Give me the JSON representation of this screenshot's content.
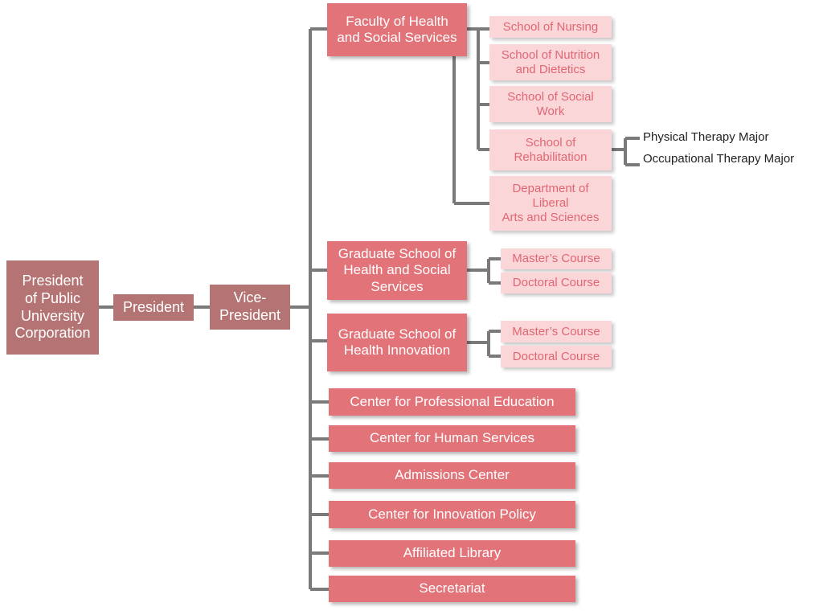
{
  "root": "President\nof Public\nUniversity\nCorporation",
  "president": "President",
  "vice_president": "Vice-\nPresident",
  "faculty": {
    "title": "Faculty of Health\nand Social Services",
    "nursing": "School of Nursing",
    "nutrition": "School of Nutrition\nand Dietetics",
    "social_work": "School of Social\nWork",
    "rehabilitation": "School of\nRehabilitation",
    "liberal_arts": "Department of\nLiberal\nArts and Sciences",
    "majors": [
      "Physical Therapy Major",
      "Occupational Therapy Major"
    ]
  },
  "grad_health_social": {
    "title": "Graduate School of\nHealth and Social\nServices",
    "masters": "Master’s Course",
    "doctoral": "Doctoral Course"
  },
  "grad_health_innovation": {
    "title": "Graduate School of\nHealth Innovation",
    "masters": "Master’s Course",
    "doctoral": "Doctoral Course"
  },
  "centers": [
    "Center for Professional Education",
    "Center for Human Services",
    "Admissions Center",
    "Center for Innovation Policy",
    "Affiliated Library",
    "Secretariat"
  ],
  "colors": {
    "executive": "#b57474",
    "unit": "#e27379",
    "sub_unit": "#fbd6d9",
    "sub_unit_text": "#e06672",
    "connector": "#7a7a7a"
  }
}
